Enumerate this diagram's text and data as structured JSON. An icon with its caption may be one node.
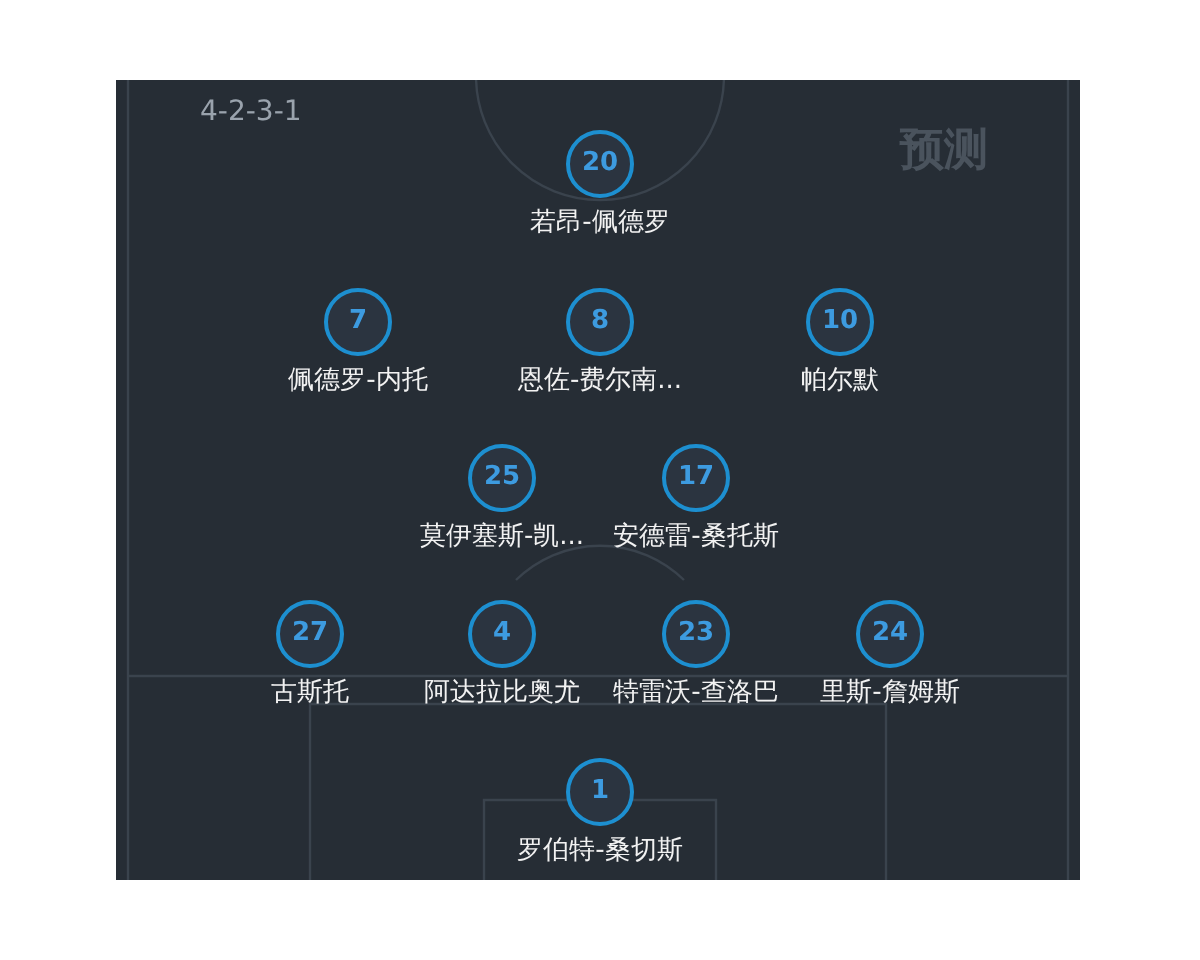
{
  "diagram": {
    "nodes": [
      {
        "text": [
          "20",
          "若昂-佩德罗"
        ]
      },
      {
        "text": [
          "7",
          "佩德罗-内托"
        ]
      },
      {
        "text": [
          "8",
          "恩佐-费尔南..."
        ]
      },
      {
        "text": [
          "10",
          "帕尔默"
        ]
      },
      {
        "text": [
          "25",
          "莫伊塞斯-凯..."
        ]
      },
      {
        "text": [
          "17",
          "安德雷-桑托斯"
        ]
      },
      {
        "text": [
          "27",
          "古斯托"
        ]
      },
      {
        "text": [
          "4",
          "阿达拉比奥尤"
        ]
      },
      {
        "text": [
          "23",
          "特雷沃-查洛巴"
        ]
      },
      {
        "text": [
          "24",
          "里斯-詹姆斯"
        ]
      },
      {
        "text": [
          "1",
          "罗伯特-桑切斯"
        ]
      }
    ],
    "labels": [
      "4-2-3-1",
      "预测"
    ]
  }
}
